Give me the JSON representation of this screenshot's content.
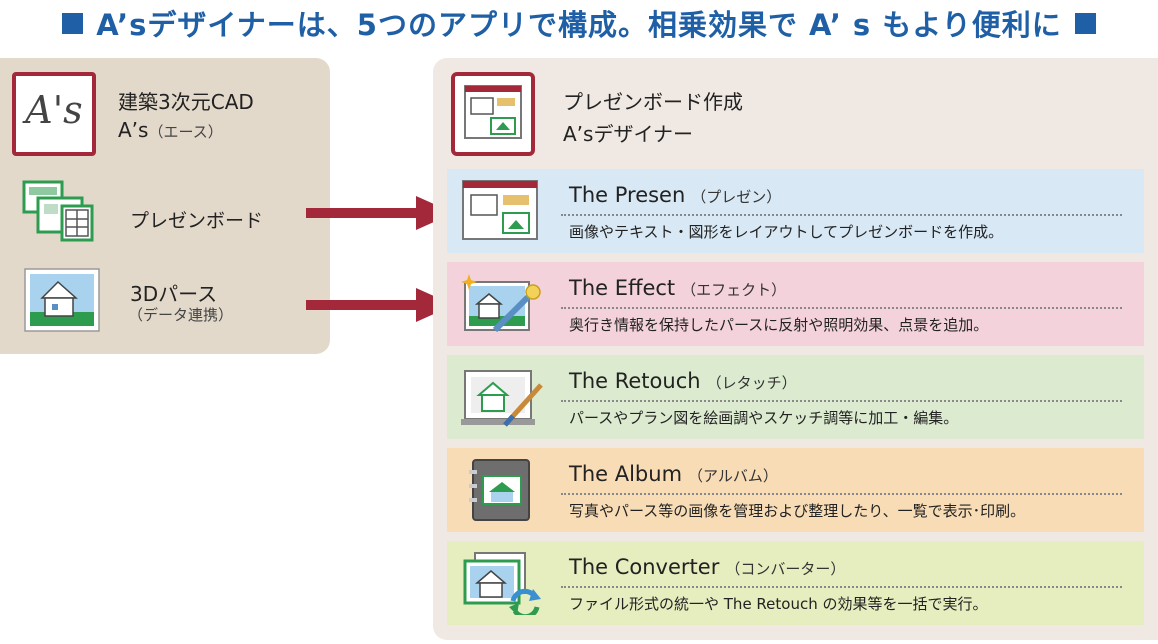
{
  "title": {
    "left_square": "■",
    "text": "A’sデザイナーは、5つのアプリで構成。相乗効果で A’ s もより便利に",
    "right_square": "■"
  },
  "left_panel": {
    "cad": {
      "logo_text": "A's",
      "line1": "建築3次元CAD",
      "line2": "A’s",
      "line2_kana": "（エース）"
    },
    "presen_board": {
      "label": "プレゼンボード"
    },
    "perspective": {
      "label": "3Dパース",
      "sub": "（データ連携）"
    }
  },
  "right_panel": {
    "header": {
      "line1": "プレゼンボード作成",
      "line2": "A’sデザイナー"
    },
    "apps": [
      {
        "name": "The Presen",
        "kana": "（プレゼン）",
        "desc": "画像やテキスト・図形をレイアウトしてプレゼンボードを作成。",
        "color": "#d8e8f4"
      },
      {
        "name": "The Effect",
        "kana": "（エフェクト）",
        "desc": "奥行き情報を保持したパースに反射や照明効果、点景を追加。",
        "color": "#f4d2dc"
      },
      {
        "name": "The Retouch",
        "kana": "（レタッチ）",
        "desc": "パースやプラン図を絵画調やスケッチ調等に加工・編集。",
        "color": "#dcebd0"
      },
      {
        "name": "The Album",
        "kana": "（アルバム）",
        "desc": "写真やパース等の画像を管理および整理したり、一覧で表示･印刷。",
        "color": "#f8dcb6"
      },
      {
        "name": "The Converter",
        "kana": "（コンバーター）",
        "desc": "ファイル形式の統一や The Retouch の効果等を一括で実行。",
        "color": "#e6edbf"
      }
    ]
  },
  "colors": {
    "title_blue": "#1f5fa6",
    "frame_red": "#a3283a",
    "arrow_red": "#a3283a",
    "icon_green": "#2e9c4f"
  },
  "icons": [
    "as-logo",
    "presen-board-icon",
    "perspective-icon",
    "presen-icon",
    "effect-icon",
    "retouch-icon",
    "album-icon",
    "converter-icon",
    "arrow-right"
  ]
}
